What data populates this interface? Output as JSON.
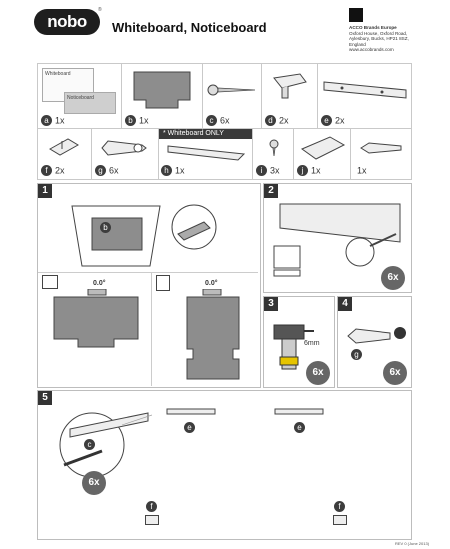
{
  "header": {
    "brand": "nobo",
    "trademark": "®",
    "title": "Whiteboard, Noticeboard",
    "address_lines": [
      "ACCO Brands Europe",
      "Oxford House, Oxford Road,",
      "Aylesbury, Bucks, HP21 8SZ,",
      "England",
      "www.accobrands.com"
    ]
  },
  "parts": [
    {
      "letter": "a",
      "qty": "1x",
      "labels": [
        "Whiteboard",
        "Noticeboard"
      ]
    },
    {
      "letter": "b",
      "qty": "1x"
    },
    {
      "letter": "c",
      "qty": "6x"
    },
    {
      "letter": "d",
      "qty": "2x"
    },
    {
      "letter": "e",
      "qty": "2x"
    },
    {
      "letter": "f",
      "qty": "2x"
    },
    {
      "letter": "g",
      "qty": "6x"
    },
    {
      "letter": "h",
      "qty": "1x"
    },
    {
      "letter": "i",
      "qty": "3x"
    },
    {
      "letter": "j",
      "qty": "1x"
    },
    {
      "letter": "",
      "qty": "1x"
    }
  ],
  "whiteboard_only": "* Whiteboard ONLY",
  "steps": {
    "s1": {
      "num": "1",
      "part_letter": "b",
      "angle_left": "0.0°",
      "angle_right": "0.0°"
    },
    "s2": {
      "num": "2",
      "count": "6x"
    },
    "s3": {
      "num": "3",
      "drill": "6mm",
      "count": "6x"
    },
    "s4": {
      "num": "4",
      "part_letter": "g",
      "count": "6x"
    },
    "s5": {
      "num": "5",
      "part_c": "c",
      "part_e_left": "e",
      "part_e_right": "e",
      "part_f_left": "f",
      "part_f_right": "f",
      "count": "6x"
    }
  },
  "footnote": "REV 0 (June 2013)",
  "colors": {
    "dark": "#333333",
    "border": "#bdbdbd",
    "board": "#8d8d8d"
  }
}
